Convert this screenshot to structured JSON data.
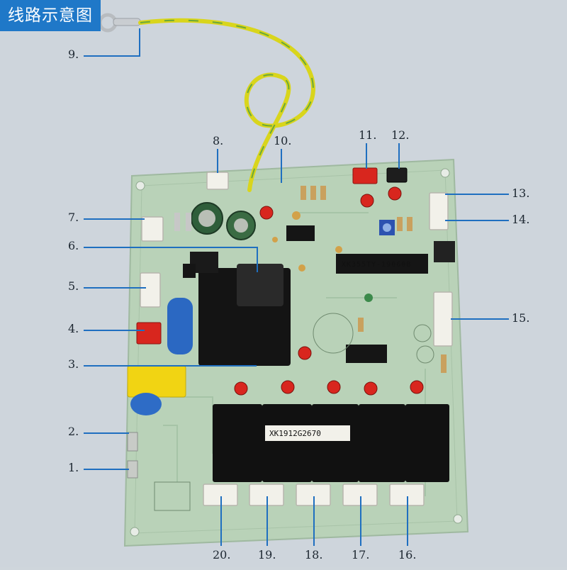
{
  "title": "线路示意图",
  "callouts": {
    "c1": "1.",
    "c2": "2.",
    "c3": "3.",
    "c4": "4.",
    "c5": "5.",
    "c6": "6.",
    "c7": "7.",
    "c8": "8.",
    "c9": "9.",
    "c10": "10.",
    "c11": "11.",
    "c12": "12.",
    "c13": "13.",
    "c14": "14.",
    "c15": "15.",
    "c16": "16.",
    "c17": "17.",
    "c18": "18.",
    "c19": "19.",
    "c20": "20."
  },
  "board_markings": {
    "mcu": "XK355TY-19060B",
    "relay_bank": "XK1912G2670"
  },
  "colors": {
    "badge": "#1f78c8",
    "leader": "#1f6fc0",
    "pcb": "#b7d1b6",
    "relay": "#111111",
    "led": "#d8261e",
    "wire": "#d8d61a"
  }
}
